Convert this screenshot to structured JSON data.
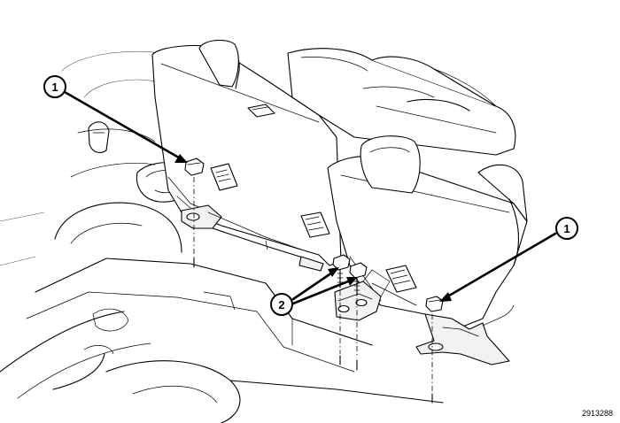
{
  "callouts": [
    {
      "label": "1"
    },
    {
      "label": "2"
    },
    {
      "label": "1"
    }
  ],
  "figure_id": "2913288",
  "colors": {
    "line": "#000000",
    "background": "#ffffff"
  }
}
